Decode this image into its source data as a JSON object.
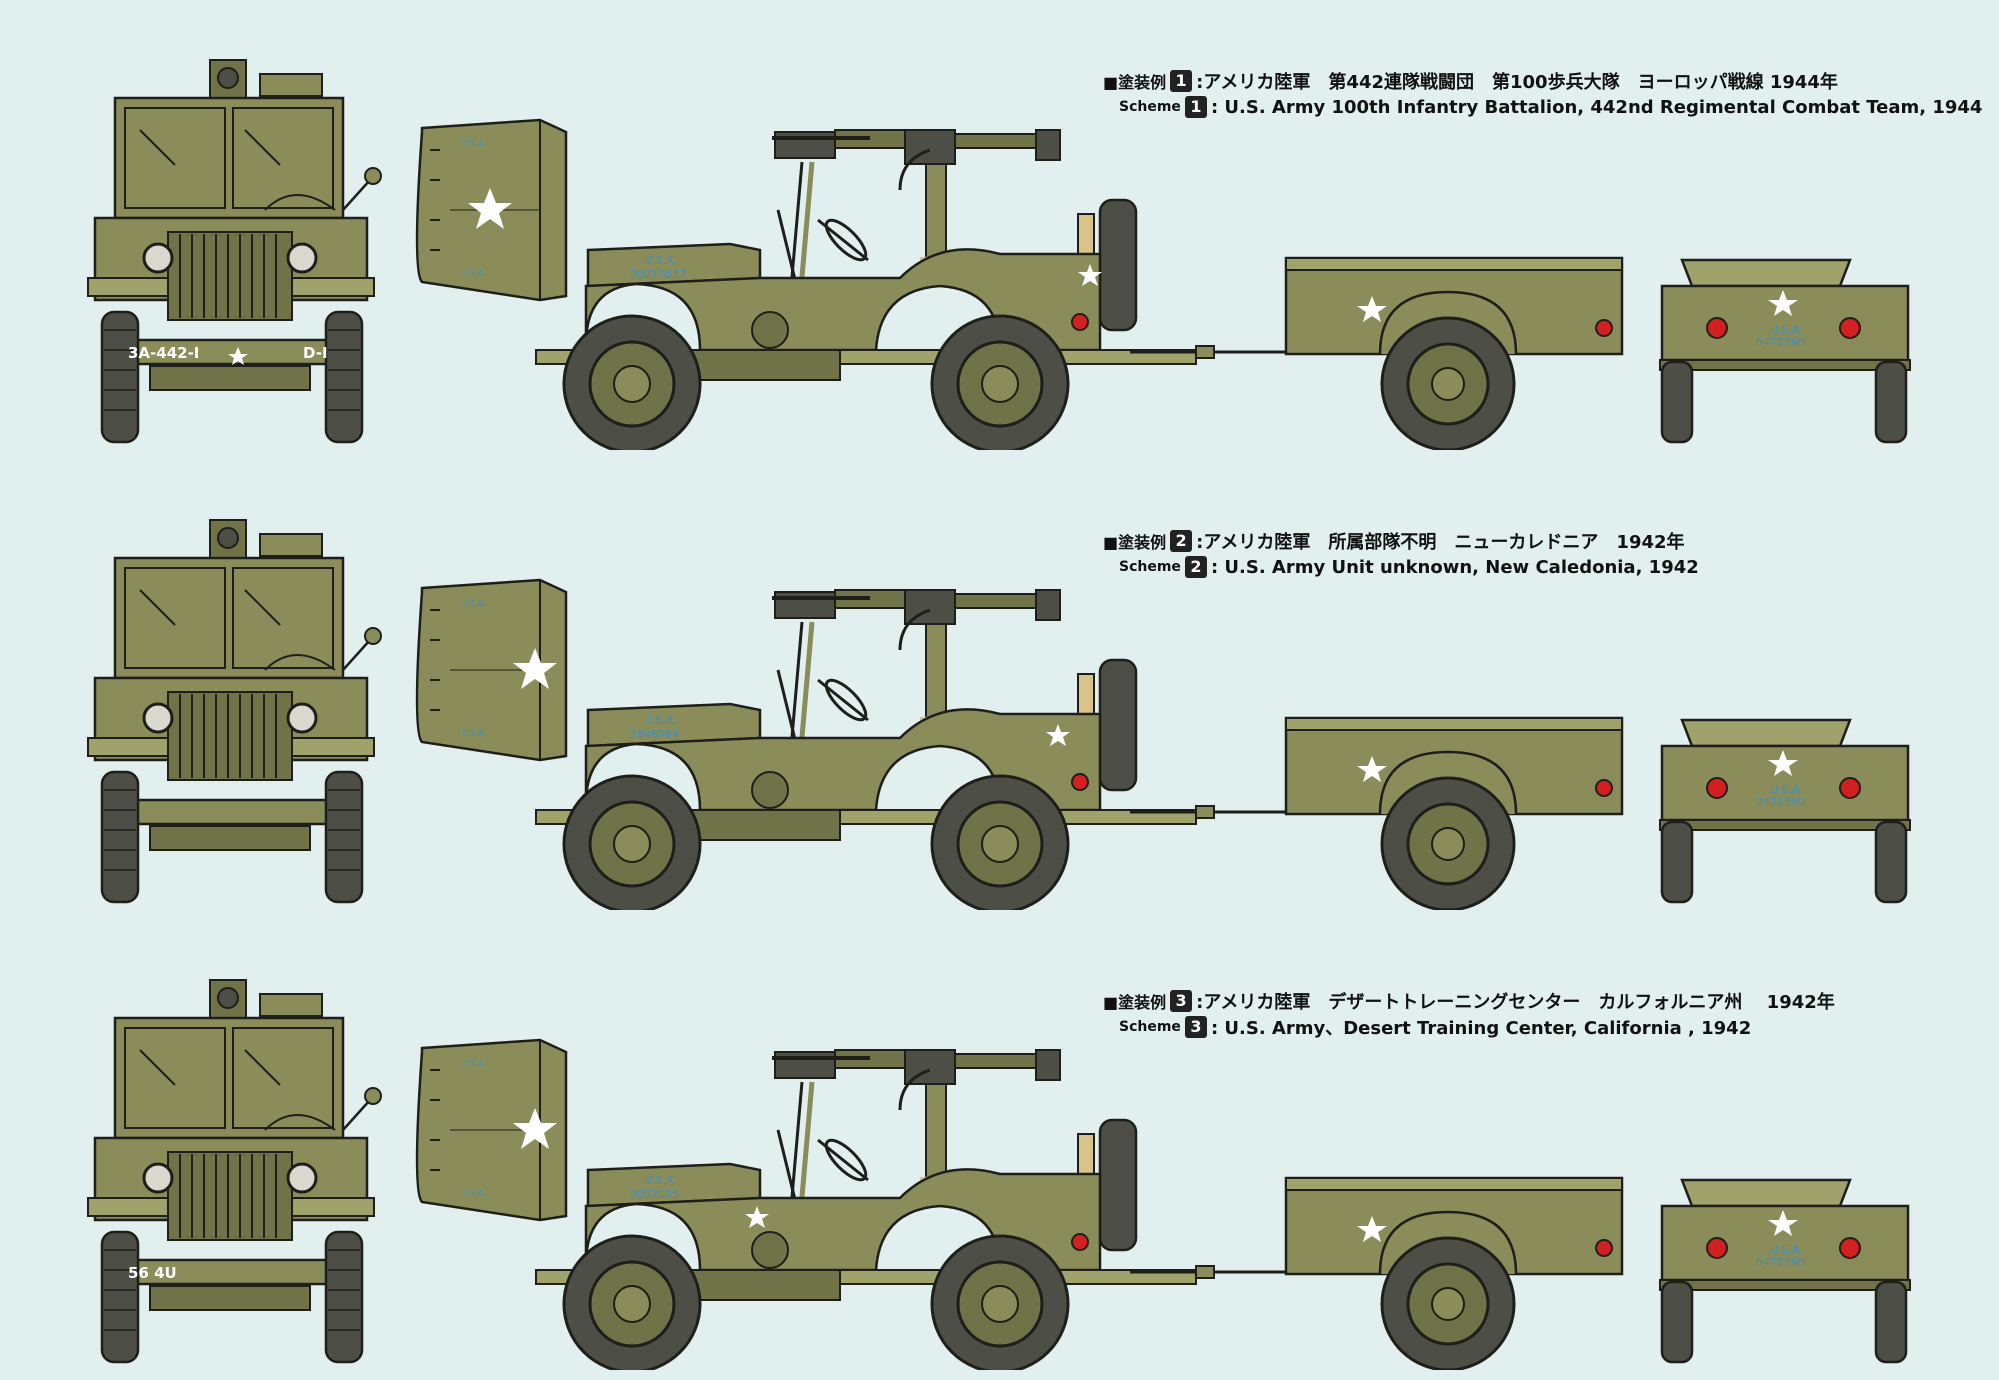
{
  "colors": {
    "background": "#e1efee",
    "olive": "#8a8d5a",
    "olive_dark": "#6f7347",
    "olive_light": "#9fa26b",
    "tire": "#4d4f47",
    "outline": "#1e1e1a",
    "stencil_blue": "#3f8fc2",
    "tail_red": "#d21f1f",
    "star": "#ffffff"
  },
  "schemes": [
    {
      "jp_label": "■塗装例",
      "en_label": "Scheme",
      "number": "1",
      "jp_text": ":アメリカ陸軍　第442連隊戦闘団　第100歩兵大隊　ヨーロッパ戦線 1944年",
      "en_text": ": U.S. Army 100th Infantry Battalion, 442nd Regimental Combat Team, 1944",
      "front_plate_left": "3A-442-I",
      "front_plate_right": "D-I",
      "hood_usa": "U.S.A.",
      "hood_serial": "20217017",
      "trailer_usa": "U.S.A.",
      "trailer_serial": "0471890",
      "can_text": "U.S.A."
    },
    {
      "jp_label": "■塗装例",
      "en_label": "Scheme",
      "number": "2",
      "jp_text": ":アメリカ陸軍　所属部隊不明　ニューカレドニア　1942年",
      "en_text": ": U.S. Army Unit unknown, New Caledonia, 1942",
      "front_plate_left": "",
      "front_plate_right": "",
      "hood_usa": "U.S.A.",
      "hood_serial": "2046964",
      "trailer_usa": "U.S.A.",
      "trailer_serial": "0471890",
      "can_text": "U.S.A."
    },
    {
      "jp_label": "■塗装例",
      "en_label": "Scheme",
      "number": "3",
      "jp_text": ":アメリカ陸軍　デザートトレーニングセンター　カルフォルニア州　 1942年",
      "en_text": ": U.S. Army、Desert Training Center, California , 1942",
      "front_plate_left": "56 4U",
      "front_plate_right": "",
      "hood_usa": "U.S.A.",
      "hood_serial": "2082035",
      "trailer_usa": "U.S.A.",
      "trailer_serial": "0471890",
      "can_text": "U.S.A."
    }
  ]
}
